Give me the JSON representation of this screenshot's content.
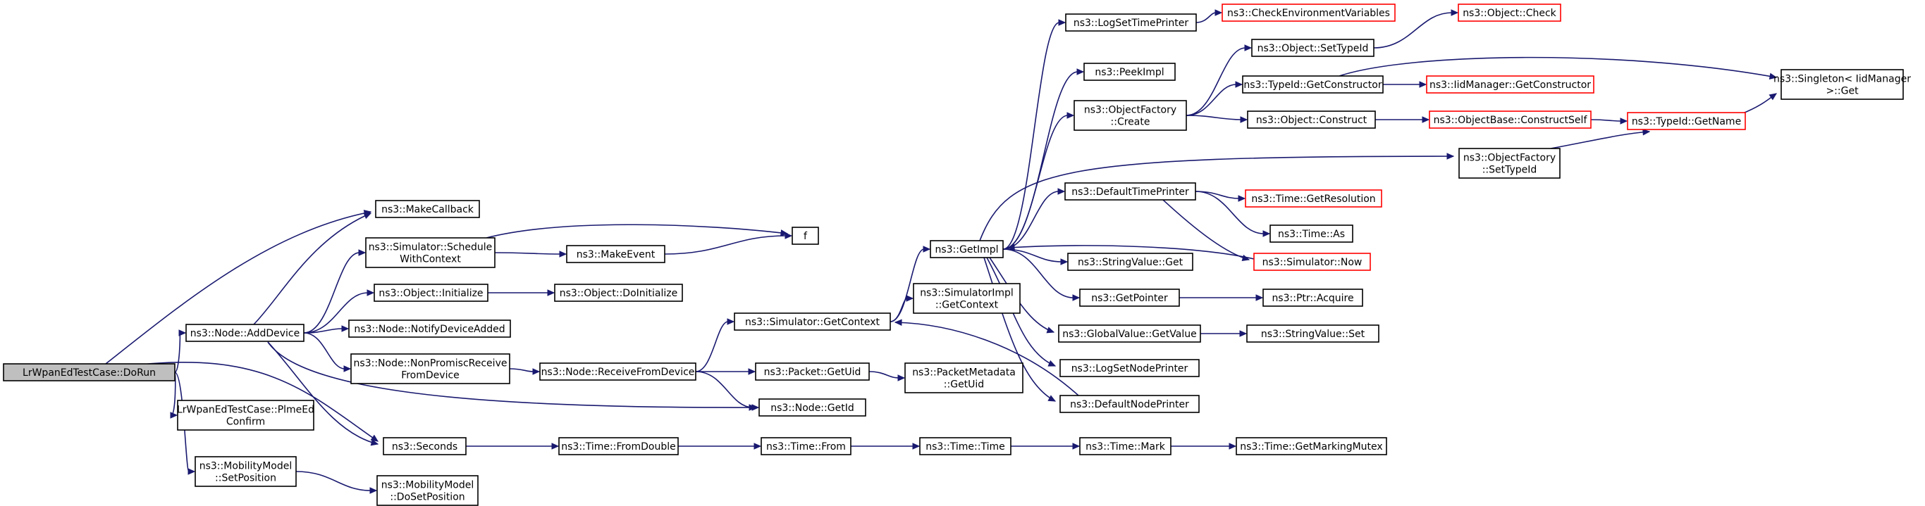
{
  "graph": {
    "title": "",
    "colors": {
      "edge": "#191970",
      "border_default": "#000000",
      "border_truncated": "#ff0000",
      "root_fill": "#bfbfbf"
    },
    "nodes": [
      {
        "id": "n_dorun",
        "lines": [
          "LrWpanEdTestCase::DoRun"
        ],
        "root": true
      },
      {
        "id": "n_makecallback",
        "lines": [
          "ns3::MakeCallback"
        ]
      },
      {
        "id": "n_schedwc",
        "lines": [
          "ns3::Simulator::Schedule",
          "WithContext"
        ]
      },
      {
        "id": "n_objinit",
        "lines": [
          "ns3::Object::Initialize"
        ]
      },
      {
        "id": "n_adddevice",
        "lines": [
          "ns3::Node::AddDevice"
        ]
      },
      {
        "id": "n_notify",
        "lines": [
          "ns3::Node::NotifyDeviceAdded"
        ]
      },
      {
        "id": "n_nonprom",
        "lines": [
          "ns3::Node::NonPromiscReceive",
          "FromDevice"
        ]
      },
      {
        "id": "n_plmeed",
        "lines": [
          "LrWpanEdTestCase::PlmeEd",
          "Confirm"
        ]
      },
      {
        "id": "n_seconds",
        "lines": [
          "ns3::Seconds"
        ]
      },
      {
        "id": "n_setpos",
        "lines": [
          "ns3::MobilityModel",
          "::SetPosition"
        ]
      },
      {
        "id": "n_dosetpos",
        "lines": [
          "ns3::MobilityModel",
          "::DoSetPosition"
        ]
      },
      {
        "id": "n_makeevent",
        "lines": [
          "ns3::MakeEvent"
        ]
      },
      {
        "id": "n_f",
        "lines": [
          "f"
        ]
      },
      {
        "id": "n_doinit",
        "lines": [
          "ns3::Object::DoInitialize"
        ]
      },
      {
        "id": "n_recvfrom",
        "lines": [
          "ns3::Node::ReceiveFromDevice"
        ]
      },
      {
        "id": "n_getcontext",
        "lines": [
          "ns3::Simulator::GetContext"
        ]
      },
      {
        "id": "n_pktuid",
        "lines": [
          "ns3::Packet::GetUid"
        ]
      },
      {
        "id": "n_nodegetid",
        "lines": [
          "ns3::Node::GetId"
        ]
      },
      {
        "id": "n_pmuid",
        "lines": [
          "ns3::PacketMetadata",
          "::GetUid"
        ]
      },
      {
        "id": "n_fromdouble",
        "lines": [
          "ns3::Time::FromDouble"
        ]
      },
      {
        "id": "n_from",
        "lines": [
          "ns3::Time::From"
        ]
      },
      {
        "id": "n_time",
        "lines": [
          "ns3::Time::Time"
        ]
      },
      {
        "id": "n_mark",
        "lines": [
          "ns3::Time::Mark"
        ]
      },
      {
        "id": "n_getmutex",
        "lines": [
          "ns3::Time::GetMarkingMutex"
        ]
      },
      {
        "id": "n_getimpl",
        "lines": [
          "ns3::GetImpl"
        ]
      },
      {
        "id": "n_simimplctx",
        "lines": [
          "ns3::SimulatorImpl",
          "::GetContext"
        ]
      },
      {
        "id": "n_logsettp",
        "lines": [
          "ns3::LogSetTimePrinter"
        ]
      },
      {
        "id": "n_checkenv",
        "lines": [
          "ns3::CheckEnvironmentVariables"
        ],
        "truncated": true
      },
      {
        "id": "n_peekimpl",
        "lines": [
          "ns3::PeekImpl"
        ]
      },
      {
        "id": "n_ofcreate",
        "lines": [
          "ns3::ObjectFactory",
          "::Create"
        ]
      },
      {
        "id": "n_settypeid",
        "lines": [
          "ns3::Object::SetTypeId"
        ]
      },
      {
        "id": "n_objcheck",
        "lines": [
          "ns3::Object::Check"
        ],
        "truncated": true
      },
      {
        "id": "n_getctor",
        "lines": [
          "ns3::TypeId::GetConstructor"
        ]
      },
      {
        "id": "n_iidctor",
        "lines": [
          "ns3::IidManager::GetConstructor"
        ],
        "truncated": true
      },
      {
        "id": "n_singleton",
        "lines": [
          "ns3::Singleton< IidManager",
          ">::Get"
        ]
      },
      {
        "id": "n_construct",
        "lines": [
          "ns3::Object::Construct"
        ]
      },
      {
        "id": "n_constructself",
        "lines": [
          "ns3::ObjectBase::ConstructSelf"
        ],
        "truncated": true
      },
      {
        "id": "n_getname",
        "lines": [
          "ns3::TypeId::GetName"
        ],
        "truncated": true
      },
      {
        "id": "n_ofsettypeid",
        "lines": [
          "ns3::ObjectFactory",
          "::SetTypeId"
        ]
      },
      {
        "id": "n_deftp",
        "lines": [
          "ns3::DefaultTimePrinter"
        ]
      },
      {
        "id": "n_getres",
        "lines": [
          "ns3::Time::GetResolution"
        ],
        "truncated": true
      },
      {
        "id": "n_as",
        "lines": [
          "ns3::Time::As"
        ]
      },
      {
        "id": "n_now",
        "lines": [
          "ns3::Simulator::Now"
        ],
        "truncated": true
      },
      {
        "id": "n_svget",
        "lines": [
          "ns3::StringValue::Get"
        ]
      },
      {
        "id": "n_getptr",
        "lines": [
          "ns3::GetPointer"
        ]
      },
      {
        "id": "n_acquire",
        "lines": [
          "ns3::Ptr::Acquire"
        ]
      },
      {
        "id": "n_gvget",
        "lines": [
          "ns3::GlobalValue::GetValue"
        ]
      },
      {
        "id": "n_svset",
        "lines": [
          "ns3::StringValue::Set"
        ]
      },
      {
        "id": "n_logsetnp",
        "lines": [
          "ns3::LogSetNodePrinter"
        ]
      },
      {
        "id": "n_defnp",
        "lines": [
          "ns3::DefaultNodePrinter"
        ]
      }
    ],
    "edges": [
      [
        "n_dorun",
        "n_makecallback"
      ],
      [
        "n_dorun",
        "n_adddevice"
      ],
      [
        "n_dorun",
        "n_plmeed"
      ],
      [
        "n_dorun",
        "n_seconds"
      ],
      [
        "n_dorun",
        "n_setpos"
      ],
      [
        "n_adddevice",
        "n_makecallback"
      ],
      [
        "n_adddevice",
        "n_schedwc"
      ],
      [
        "n_adddevice",
        "n_objinit"
      ],
      [
        "n_adddevice",
        "n_notify"
      ],
      [
        "n_adddevice",
        "n_nonprom"
      ],
      [
        "n_adddevice",
        "n_nodegetid"
      ],
      [
        "n_adddevice",
        "n_seconds"
      ],
      [
        "n_schedwc",
        "n_makeevent"
      ],
      [
        "n_schedwc",
        "n_f"
      ],
      [
        "n_makeevent",
        "n_f"
      ],
      [
        "n_objinit",
        "n_doinit"
      ],
      [
        "n_nonprom",
        "n_recvfrom"
      ],
      [
        "n_recvfrom",
        "n_getcontext"
      ],
      [
        "n_recvfrom",
        "n_pktuid"
      ],
      [
        "n_recvfrom",
        "n_nodegetid"
      ],
      [
        "n_pktuid",
        "n_pmuid"
      ],
      [
        "n_setpos",
        "n_dosetpos"
      ],
      [
        "n_seconds",
        "n_fromdouble"
      ],
      [
        "n_fromdouble",
        "n_from"
      ],
      [
        "n_from",
        "n_time"
      ],
      [
        "n_time",
        "n_mark"
      ],
      [
        "n_mark",
        "n_getmutex"
      ],
      [
        "n_getcontext",
        "n_getimpl"
      ],
      [
        "n_getcontext",
        "n_simimplctx"
      ],
      [
        "n_getimpl",
        "n_logsettp"
      ],
      [
        "n_getimpl",
        "n_peekimpl"
      ],
      [
        "n_getimpl",
        "n_ofcreate"
      ],
      [
        "n_getimpl",
        "n_ofsettypeid"
      ],
      [
        "n_getimpl",
        "n_deftp"
      ],
      [
        "n_getimpl",
        "n_svget"
      ],
      [
        "n_getimpl",
        "n_getptr"
      ],
      [
        "n_getimpl",
        "n_gvget"
      ],
      [
        "n_getimpl",
        "n_logsetnp"
      ],
      [
        "n_getimpl",
        "n_defnp"
      ],
      [
        "n_logsettp",
        "n_checkenv"
      ],
      [
        "n_ofcreate",
        "n_settypeid"
      ],
      [
        "n_ofcreate",
        "n_getctor"
      ],
      [
        "n_ofcreate",
        "n_construct"
      ],
      [
        "n_settypeid",
        "n_objcheck"
      ],
      [
        "n_getctor",
        "n_iidctor"
      ],
      [
        "n_getctor",
        "n_singleton"
      ],
      [
        "n_construct",
        "n_constructself"
      ],
      [
        "n_constructself",
        "n_getname"
      ],
      [
        "n_getname",
        "n_singleton"
      ],
      [
        "n_ofsettypeid",
        "n_getname"
      ],
      [
        "n_deftp",
        "n_getres"
      ],
      [
        "n_deftp",
        "n_as"
      ],
      [
        "n_deftp",
        "n_now"
      ],
      [
        "n_now",
        "n_getimpl"
      ],
      [
        "n_getptr",
        "n_acquire"
      ],
      [
        "n_gvget",
        "n_svset"
      ],
      [
        "n_defnp",
        "n_getcontext"
      ]
    ]
  }
}
